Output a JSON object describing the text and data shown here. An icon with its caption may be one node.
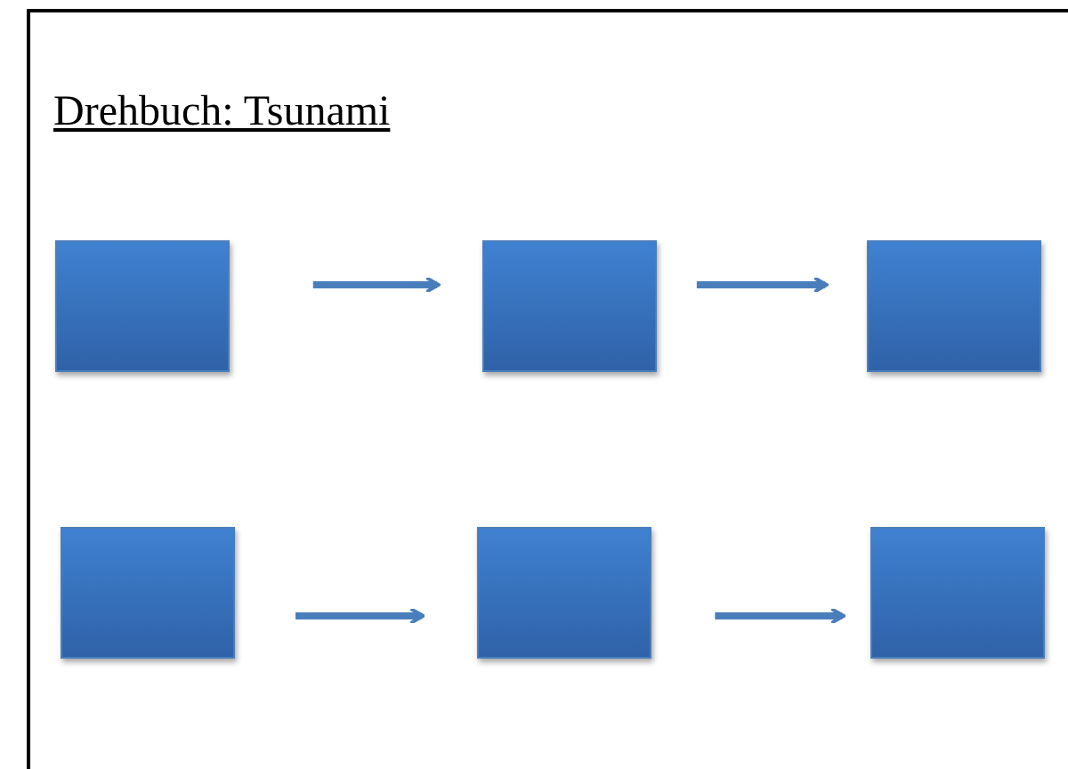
{
  "diagram": {
    "title": "Drehbuch: Tsunami",
    "nodes": [
      {
        "text": [],
        "shape": "box"
      },
      {
        "text": [],
        "shape": "box"
      },
      {
        "text": [],
        "shape": "box"
      },
      {
        "text": [],
        "shape": "box"
      },
      {
        "text": [],
        "shape": "box"
      },
      {
        "text": [],
        "shape": "box"
      }
    ],
    "edges": [
      {
        "from": 0,
        "to": 1,
        "arrow": "to"
      },
      {
        "from": 1,
        "to": 2,
        "arrow": "to"
      },
      {
        "from": 3,
        "to": 4,
        "arrow": "to"
      },
      {
        "from": 4,
        "to": 5,
        "arrow": "to"
      }
    ]
  }
}
